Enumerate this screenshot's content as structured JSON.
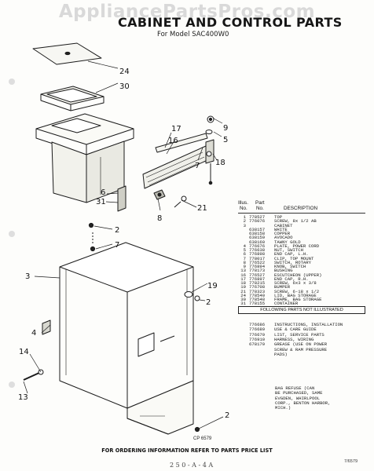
{
  "watermark": "AppliancePartsPros.com",
  "title": "CABINET AND CONTROL PARTS",
  "subtitle": "For Model SAC400W0",
  "callouts": [
    "24",
    "30",
    "17",
    "16",
    "9",
    "5",
    "18",
    "7",
    "6",
    "31",
    "21",
    "8",
    "2",
    "7",
    "3",
    "19",
    "2",
    "4",
    "14",
    "13",
    "2"
  ],
  "table": {
    "header_line1": [
      "Illus.",
      "Part"
    ],
    "header_line2": [
      "No.",
      "No.",
      "DESCRIPTION"
    ],
    "rows": [
      [
        "1",
        "778527",
        "TOP"
      ],
      [
        "2",
        "776076",
        "SCREW, 8x 1/2 AB"
      ],
      [
        "3",
        "",
        "CABINET"
      ],
      [
        "",
        "638157",
        "WHITE"
      ],
      [
        "",
        "638158",
        "COPPER"
      ],
      [
        "",
        "638159",
        "AVOCADO"
      ],
      [
        "",
        "638160",
        "TAWNY GOLD"
      ],
      [
        "4",
        "776676",
        "PLATE, POWER CORD"
      ],
      [
        "5",
        "776638",
        "NUT, SWITCH"
      ],
      [
        "6",
        "776898",
        "END CAP, L.H."
      ],
      [
        "7",
        "778017",
        "CLIP, TOP MOUNT"
      ],
      [
        "8",
        "776522",
        "SWITCH, ROTARY"
      ],
      [
        "9",
        "776894",
        "KNOB, SWITCH"
      ],
      [
        "13",
        "778173",
        "BUSHING"
      ],
      [
        "16",
        "776527",
        "ESCUTCHEON (UPPER)"
      ],
      [
        "17",
        "776897",
        "END CAP, R.H."
      ],
      [
        "18",
        "778215",
        "SCREW, 6x3 x 3/8"
      ],
      [
        "19",
        "776708",
        "BUMPER"
      ],
      [
        "21",
        "778323",
        "SCREW, 6-18 x 1/2"
      ],
      [
        "24",
        "778540",
        "LID, BAG STORAGE"
      ],
      [
        "30",
        "778548",
        "FRAME, BAG STORAGE"
      ],
      [
        "31",
        "778155",
        "CONTAINER"
      ]
    ],
    "banner": "FOLLOWING PARTS NOT ILLUSTRATED",
    "extra_rows": [
      [
        "",
        "776686",
        "INSTRUCTIONS, INSTALLATION"
      ],
      [
        "",
        "776689",
        "USE & CARE GUIDE"
      ],
      [
        "",
        "776679",
        "LIST, SERVICE PARTS"
      ],
      [
        "",
        "776910",
        "HARNESS, WIRING"
      ],
      [
        "",
        "678179",
        "GREASE (USE ON POWER"
      ],
      [
        "",
        "",
        "SCREW & RAM PRESSURE"
      ],
      [
        "",
        "",
        "PADS)"
      ]
    ],
    "note_lines": [
      "BAG REFUSE (CAN",
      "BE PURCHASED, SAME",
      "EVGDEN, WHIRLPOOL",
      "CORP., BENTON HARBOR,",
      "MICH.)"
    ]
  },
  "figure_number": "CP 6579",
  "footer": "FOR ORDERING INFORMATION REFER TO PARTS PRICE LIST",
  "page_code": "7/6579",
  "hand_mark": "2 5 0 - A - 4 A"
}
